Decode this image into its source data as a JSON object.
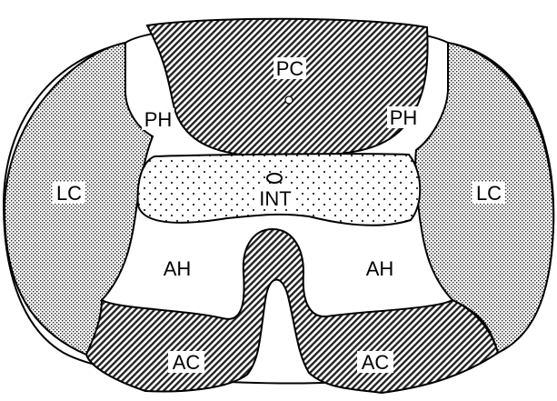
{
  "diagram": {
    "labels": {
      "pc": "PC",
      "ph_left": "PH",
      "ph_right": "PH",
      "lc_left": "LC",
      "lc_right": "LC",
      "int": "INT",
      "ah_left": "AH",
      "ah_right": "AH",
      "ac_left": "AC",
      "ac_right": "AC"
    }
  }
}
